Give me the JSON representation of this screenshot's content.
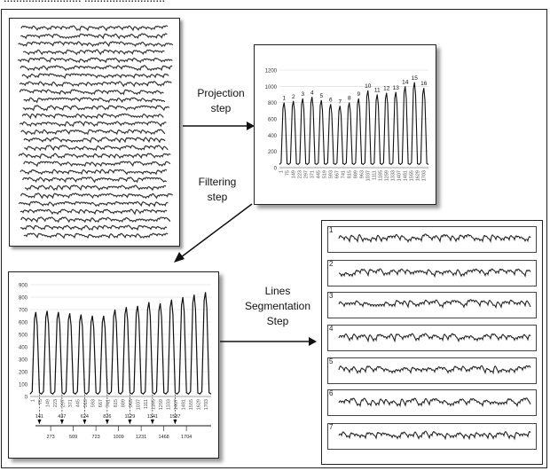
{
  "caption_fragment": "......................... ..........................",
  "steps": {
    "projection": [
      "Projection",
      "step"
    ],
    "filtering": [
      "Filtering",
      "step"
    ],
    "segmentation": [
      "Lines",
      "Segmentation",
      "Step"
    ]
  },
  "chart_data": [
    {
      "type": "line",
      "name": "projection-profile",
      "ylim": [
        0,
        1200
      ],
      "yticks": [
        "0",
        "200",
        "400",
        "600",
        "800",
        "1000",
        "1200"
      ],
      "xticks": [
        "1",
        "75",
        "149",
        "223",
        "297",
        "371",
        "445",
        "519",
        "593",
        "667",
        "741",
        "815",
        "889",
        "963",
        "1037",
        "1111",
        "1185",
        "1259",
        "1333",
        "1407",
        "1481",
        "1555",
        "1629",
        "1703"
      ],
      "peak_labels": [
        "1",
        "2",
        "3",
        "4",
        "5",
        "6",
        "7",
        "8",
        "9",
        "10",
        "11",
        "12",
        "13",
        "14",
        "15",
        "16"
      ],
      "peaks": [
        800,
        820,
        850,
        870,
        830,
        780,
        760,
        800,
        850,
        950,
        900,
        920,
        930,
        1000,
        1050,
        980
      ]
    },
    {
      "type": "line",
      "name": "filtered-profile",
      "ylim": [
        0,
        900
      ],
      "yticks": [
        "0",
        "100",
        "200",
        "300",
        "400",
        "500",
        "600",
        "700",
        "800",
        "900"
      ],
      "xticks": [
        "1",
        "75",
        "149",
        "223",
        "297",
        "371",
        "445",
        "519",
        "593",
        "667",
        "741",
        "815",
        "889",
        "963",
        "1037",
        "1111",
        "1185",
        "1259",
        "1333",
        "1407",
        "1481",
        "1555",
        "1629",
        "1703"
      ],
      "peaks": [
        680,
        690,
        680,
        670,
        660,
        650,
        650,
        700,
        720,
        730,
        760,
        750,
        780,
        800,
        820,
        840
      ],
      "cut_labels_top": [
        "141",
        "437",
        "624",
        "826",
        "1129",
        "1341",
        "1587"
      ],
      "cut_labels_bottom": [
        "273",
        "509",
        "723",
        "1009",
        "1231",
        "1468",
        "1704"
      ]
    }
  ],
  "segmented_lines": [
    "1",
    "2",
    "3",
    "4",
    "5",
    "6",
    "7"
  ]
}
